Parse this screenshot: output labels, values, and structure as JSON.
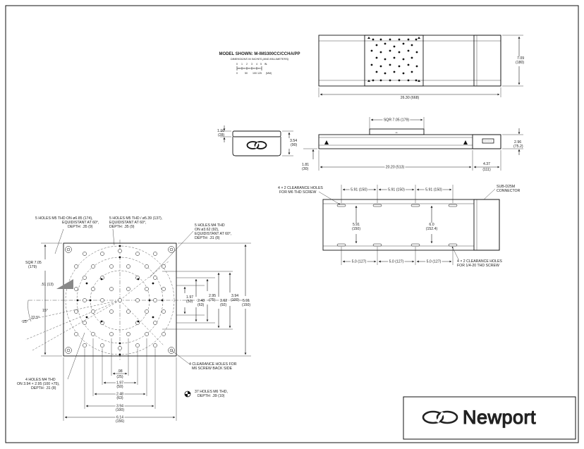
{
  "model": {
    "title": "MODEL SHOWN: M-IMS300CC/CCHA/PP",
    "subtitle": "DIMENSIONS IN INCHES (AND MILLIMETERS)",
    "scale_top": [
      "0",
      "1",
      "2",
      "3",
      "4",
      "5",
      "IN."
    ],
    "scale_bottom": [
      "0",
      "50",
      "100",
      "125",
      "(MM)"
    ]
  },
  "top_view": {
    "length": "26.30 (668)",
    "height": "7.09",
    "height_mm": "(180)"
  },
  "side_view": {
    "carriage": "SQR 7.05 (179)",
    "right_h": "2.96",
    "right_h_mm": "(75.2)",
    "base_h": "1.81",
    "base_h_mm": "(30)",
    "travel_len": "20.20 (513)",
    "conn_len": "4.37",
    "conn_len_mm": "(111)"
  },
  "end_view": {
    "top_h": "1.10",
    "top_h_mm": "(28)",
    "total_h": "3.54",
    "total_h_mm": "(90)"
  },
  "base_view": {
    "note_top_holes_1": "4 × 2 CLEARANCE HOLES",
    "note_top_holes_2": "FOR M6 THD SCREW",
    "spacing_a": "5.91 (150)",
    "spacing_b": "5.91 (150)",
    "spacing_c": "5.91 (150)",
    "connector_1": "SUB-D25M",
    "connector_2": "CONNECTOR",
    "v_left": "5.91",
    "v_left_mm": "(150)",
    "v_mid": "6.0",
    "v_mid_mm": "(152.4)",
    "bottom_a": "5.0 (127)",
    "bottom_b": "5.0 (127)",
    "bottom_c": "5.0 (127)",
    "note_bot_holes_1": "4 × 2 CLEARANCE HOLES",
    "note_bot_holes_2": "FOR 1/4-20 THD SCREW"
  },
  "carriage_view": {
    "note_m5a_1": "5 HOLES M5 THD ON ø6.85 (174),",
    "note_m5a_2": "EQUIDISTANT AT 60°,",
    "note_m5a_3": "DEPTH: .35 (9)",
    "note_m5b_1": "5 HOLES M5 THD / ø5.39 (137),",
    "note_m5b_2": "EQUIDISTANT AT 60°,",
    "note_m5b_3": "DEPTH: .35 (9)",
    "note_m4_1": "5 HOLES M4 THD",
    "note_m4_2": "ON ø3.62 (92),",
    "note_m4_3": "EQUIDISTANT AT 60°,",
    "note_m4_4": "DEPTH: .31 (8)",
    "sqr": "SQR 7.05",
    "sqr_mm": "(179)",
    "d051": ".51 (13)",
    "ang15": "15°",
    "ang225": "22.5°",
    "ang25": "25°",
    "v197": "1.97",
    "v197_mm": "(50)",
    "v248": "2.48",
    "v248_mm": "(63)",
    "v295": "2.95",
    "v295_mm": "(75)",
    "v362": "3.62",
    "v362_mm": "(92)",
    "v394": "3.94",
    "v394_mm": "(100)",
    "v591": "5.91",
    "v591_mm": "(150)",
    "h098": ".98",
    "h098_mm": "(25)",
    "h197": "1.97",
    "h197_mm": "(50)",
    "h248": "2.48",
    "h248_mm": "(63)",
    "h394": "3.94",
    "h394_mm": "(100)",
    "h614": "6.14",
    "h614_mm": "(156)",
    "note_m4b_1": "4 HOLES M4 THD",
    "note_m4b_2": "ON 3.94 × 2.95 (100 ×75),",
    "note_m4b_3": "DEPTH: .31 (8)",
    "note_clr_1": "4 CLEARANCE HOLES FOR",
    "note_clr_2": "M6 SCREW BACK SIDE",
    "note_m6_1": "37 HOLES M6 THD,",
    "note_m6_2": "DEPTH: .39 (10)"
  },
  "brand": {
    "name": "Newport"
  }
}
